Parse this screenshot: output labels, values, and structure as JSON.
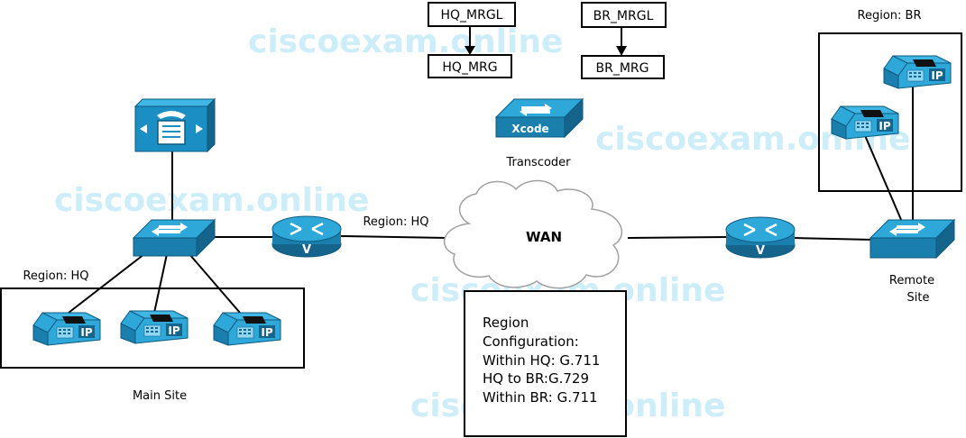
{
  "watermark": "ciscoexam.online",
  "colors": {
    "device_top": "#2ea8d8",
    "device_side": "#1b7fad",
    "device_dark": "#14648c",
    "line": "#000000",
    "watermark": "#cdeef8",
    "cloud_stroke": "#a0a0a0"
  },
  "mrg": {
    "hq_mrgl": "HQ_MRGL",
    "hq_mrg": "HQ_MRG",
    "br_mrgl": "BR_MRGL",
    "br_mrg": "BR_MRG"
  },
  "transcoder": {
    "badge": "Xcode",
    "label": "Transcoder"
  },
  "wan": {
    "label": "WAN",
    "link_label": "Region: HQ"
  },
  "main_site": {
    "region_label": "Region: HQ",
    "site_label": "Main Site",
    "phone_badge": "IP"
  },
  "remote_site": {
    "region_label": "Region: BR",
    "site_label_1": "Remote",
    "site_label_2": "Site",
    "phone_badge": "IP"
  },
  "region_config": {
    "line1": "Region",
    "line2": "Configuration:",
    "line3": "Within HQ: G.711",
    "line4": "HQ to BR:G.729",
    "line5": "Within BR: G.711"
  }
}
